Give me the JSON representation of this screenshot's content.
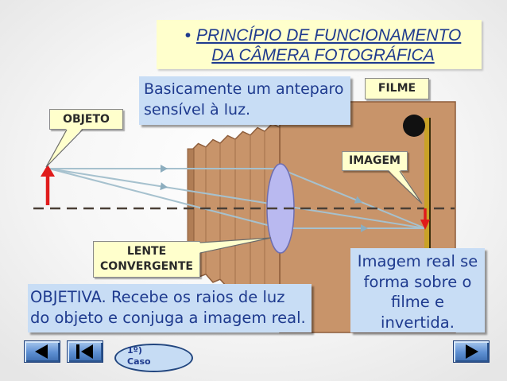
{
  "slide": {
    "title": {
      "bullet": "•",
      "line1": "PRINCÍPIO DE FUNCIONAMENTO",
      "line2": "DA CÂMERA FOTOGRÁFICA"
    },
    "notes": {
      "anteparo": {
        "line1": "Basicamente um anteparo",
        "line2": "sensível à luz."
      },
      "objetiva": {
        "line1": "OBJETIVA. Recebe os raios de luz",
        "line2": "do objeto e conjuga a imagem real."
      },
      "imagem_real": {
        "lines": [
          "Imagem real se",
          "forma sobre o",
          "filme e",
          "invertida."
        ]
      }
    },
    "labels": {
      "filme": "FILME",
      "objeto": "OBJETO",
      "imagem": "IMAGEM",
      "lente": {
        "line1": "LENTE",
        "line2": "CONVERGENTE"
      }
    }
  },
  "navigation": {
    "previous_icon": "previous-icon",
    "first_icon": "first-slide-icon",
    "next_icon": "next-icon",
    "case_button": {
      "line1": "1º)",
      "line2": "Caso"
    }
  },
  "colors": {
    "title_text": "#1e3a8e",
    "note_text": "#1e3a8e",
    "note_background": "#c8ddf5",
    "label_background": "#ffffcc",
    "camera": "#c8946a",
    "lens": "#b9b9f0",
    "light_ray": "#a6c1ce",
    "arrow": "#e01b1b",
    "film": "#c9a227",
    "nav_button": "#5d8fd2"
  }
}
